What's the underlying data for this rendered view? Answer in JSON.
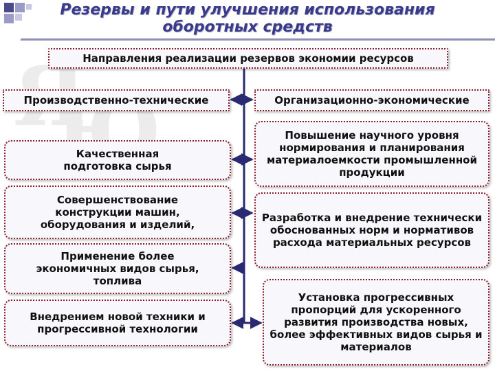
{
  "title": "Резервы и пути улучшения использования оборотных средств",
  "root": "Направления реализации резервов экономии ресурсов",
  "branches": {
    "left": "Производственно-технические",
    "right": "Организационно-экономические"
  },
  "left_items": [
    "Качественная подготовка сырья",
    "Совершенствование конструкции машин, оборудования и изделий,",
    "Применение более экономичных видов сырья, топлива",
    "Внедрением новой техники и прогрессивной технологии"
  ],
  "right_items": [
    "Повышение научного уровня нормирования и планирования материалоемкости промышленной продукции",
    "Разработка и внедрение технически обоснованных норм и нормативов расхода материальных ресурсов",
    "Установка прогрессивных пропорций для ускоренного развития производства новых, более эффективных видов сырья и материалов"
  ],
  "colors": {
    "title": "#3a3a8c",
    "box_border": "#8c1c2c",
    "connector": "#2a2a72"
  }
}
